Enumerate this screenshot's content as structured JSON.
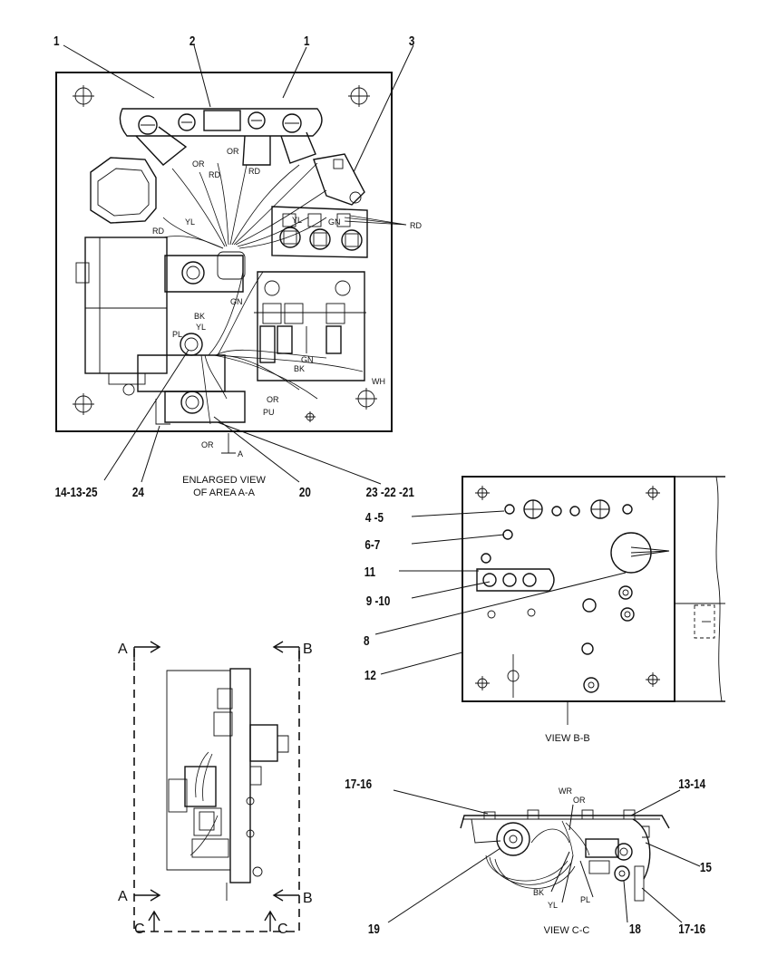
{
  "callouts": {
    "c1a": "1",
    "c2": "2",
    "c1b": "1",
    "c3": "3",
    "c14_13_25": "14-13-25",
    "c24": "24",
    "c20": "20",
    "c23_22_21": "23 -22 -21",
    "c4_5": "4 -5",
    "c6_7": "6-7",
    "c11": "11",
    "c9_10": "9 -10",
    "c8": "8",
    "c12": "12",
    "c17_16a": "17-16",
    "c13_14": "13-14",
    "c15": "15",
    "c19": "19",
    "c18": "18",
    "c17_16b": "17-16"
  },
  "captions": {
    "enlarged_line1": "ENLARGED VIEW",
    "enlarged_line2": "OF AREA A-A",
    "view_bb": "VIEW B-B",
    "view_cc": "VIEW C-C"
  },
  "section_markers": {
    "a_top": "A",
    "b_top": "B",
    "a_bottom": "A",
    "b_bottom": "B",
    "c_left": "C",
    "c_right": "C"
  },
  "wire_labels": {
    "or1": "OR",
    "or2": "OR",
    "rd1": "RD",
    "rd2": "RD",
    "rd3": "RD",
    "yl1": "YL",
    "rd4": "RD",
    "yl2": "YL",
    "gn1": "GN",
    "gn2": "GN",
    "bk1": "BK",
    "yl3": "YL",
    "pl1": "PL",
    "or3": "OR",
    "pu": "PU",
    "gn3": "GN",
    "bk2": "BK",
    "wh": "WH",
    "or4": "OR",
    "a": "A",
    "wr": "WR",
    "or5": "OR",
    "bk3": "BK",
    "yl4": "YL",
    "pl2": "PL"
  }
}
